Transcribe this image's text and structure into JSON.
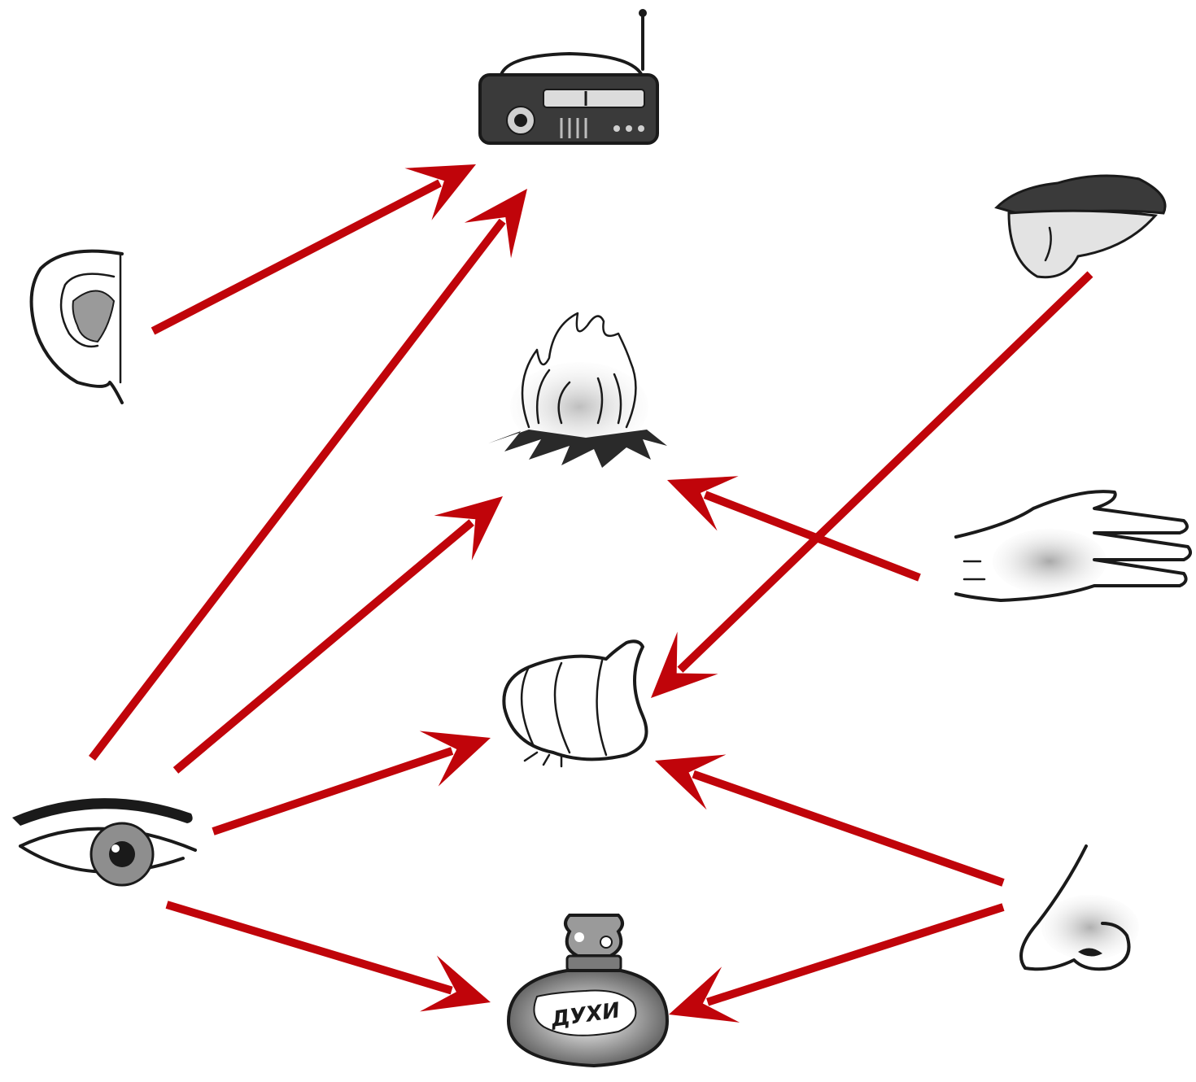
{
  "colors": {
    "arrow": "#c0040a",
    "ink": "#1a1a1a",
    "shade": "#8a8a8a",
    "background": "#ffffff"
  },
  "items": {
    "radio": {
      "icon": "radio-icon"
    },
    "fire": {
      "icon": "campfire-icon"
    },
    "garlic": {
      "icon": "garlic-icon"
    },
    "perfume": {
      "icon": "perfume-bottle-icon",
      "label": "ДУХИ"
    },
    "ear": {
      "icon": "ear-icon"
    },
    "eye": {
      "icon": "eye-icon"
    },
    "tongue": {
      "icon": "tongue-icon"
    },
    "hand": {
      "icon": "hand-icon"
    },
    "nose": {
      "icon": "nose-icon"
    }
  },
  "connections": [
    {
      "from": "ear",
      "to": "radio"
    },
    {
      "from": "eye",
      "to": "radio"
    },
    {
      "from": "eye",
      "to": "fire"
    },
    {
      "from": "eye",
      "to": "garlic"
    },
    {
      "from": "eye",
      "to": "perfume"
    },
    {
      "from": "tongue",
      "to": "garlic"
    },
    {
      "from": "hand",
      "to": "fire"
    },
    {
      "from": "nose",
      "to": "garlic"
    },
    {
      "from": "nose",
      "to": "perfume"
    }
  ]
}
